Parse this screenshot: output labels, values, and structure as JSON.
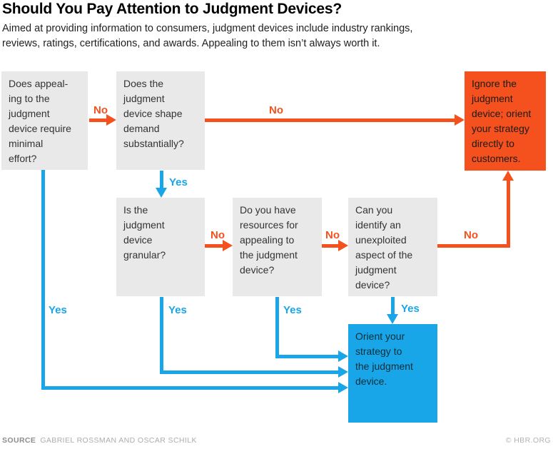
{
  "header": {
    "title": "Should You Pay Attention to Judgment Devices?",
    "subtitle": "Aimed at providing information to consumers, judgment devices include industry rankings,\nreviews, ratings, certifications, and awards. Appealing to them isn’t always worth it."
  },
  "flowchart": {
    "nodes": {
      "q_effort": {
        "text": "Does appeal-\ning to the\njudgment\ndevice require\nminimal\neffort?"
      },
      "q_demand": {
        "text": "Does the\njudgment\ndevice shape\ndemand\nsubstantially?"
      },
      "q_granular": {
        "text": "Is the\njudgment\ndevice\ngranular?"
      },
      "q_resources": {
        "text": "Do you have\nresources for\nappealing to\nthe judgment\ndevice?"
      },
      "q_unexploited": {
        "text": "Can you\nidentify an\nunexploited\naspect of the\njudgment\ndevice?"
      },
      "a_ignore": {
        "text": "Ignore the\njudgment\ndevice; orient\nyour strategy\ndirectly to\ncustomers."
      },
      "a_orient": {
        "text": "Orient your\nstrategy to\nthe judgment\ndevice."
      }
    },
    "edges": [
      {
        "from": "q_effort",
        "to": "q_demand",
        "label": "No"
      },
      {
        "from": "q_effort",
        "to": "a_orient",
        "label": "Yes"
      },
      {
        "from": "q_demand",
        "to": "a_ignore",
        "label": "No"
      },
      {
        "from": "q_demand",
        "to": "q_granular",
        "label": "Yes"
      },
      {
        "from": "q_granular",
        "to": "q_resources",
        "label": "No"
      },
      {
        "from": "q_granular",
        "to": "a_orient",
        "label": "Yes"
      },
      {
        "from": "q_resources",
        "to": "q_unexploited",
        "label": "No"
      },
      {
        "from": "q_resources",
        "to": "a_orient",
        "label": "Yes"
      },
      {
        "from": "q_unexploited",
        "to": "a_ignore",
        "label": "No"
      },
      {
        "from": "q_unexploited",
        "to": "a_orient",
        "label": "Yes"
      }
    ]
  },
  "footer": {
    "source_label": "SOURCE",
    "source_names": "GABRIEL ROSSMAN AND OSCAR SCHILK",
    "credit": "© HBR.ORG"
  },
  "colors": {
    "orange": "#F4511E",
    "blue": "#18A6E8",
    "gray": "#E9E9E9"
  }
}
